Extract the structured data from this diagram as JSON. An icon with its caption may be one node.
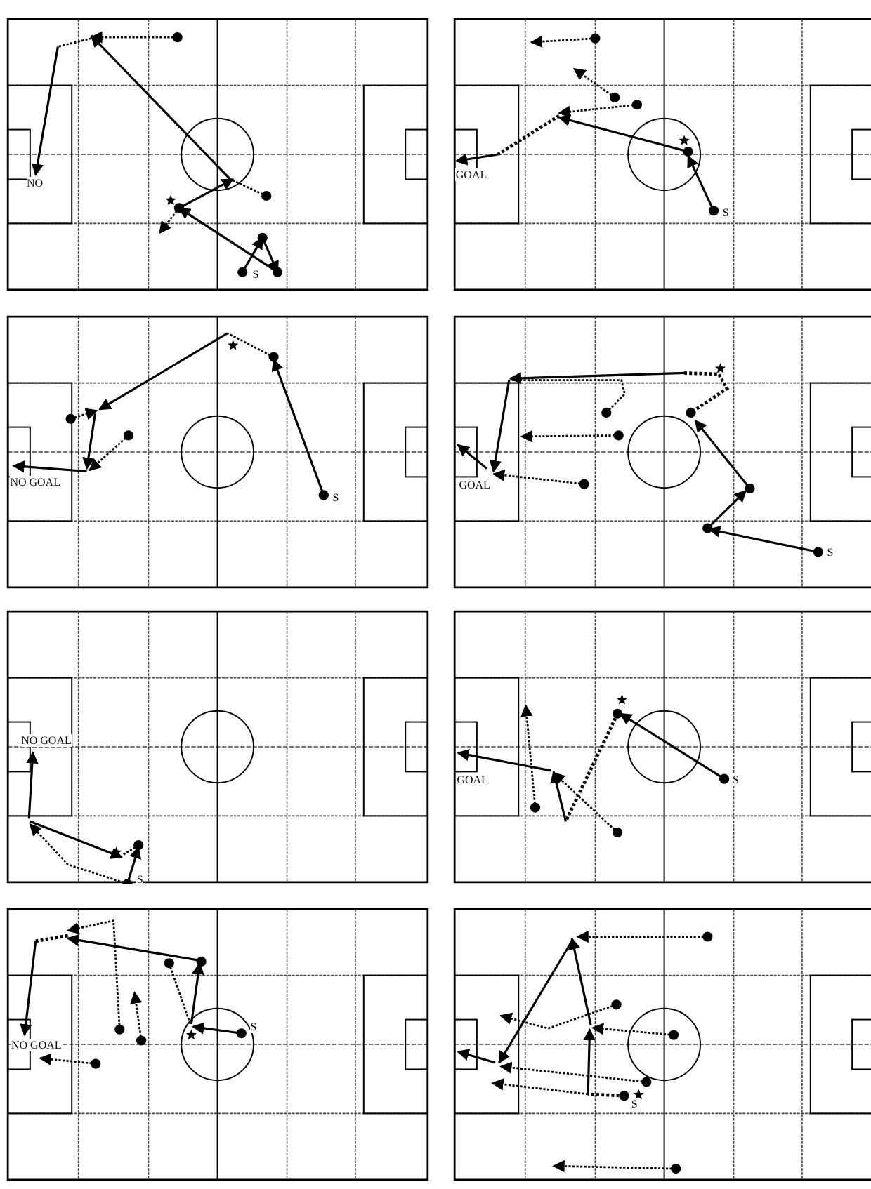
{
  "diagram": {
    "labels": [
      "NO",
      "S",
      "GOAL",
      "S",
      "NO GOAL",
      "S",
      "GOAL",
      "S",
      "NO GOAL",
      "S",
      "GOAL",
      "S",
      "NO GOAL",
      "S",
      "S"
    ]
  }
}
